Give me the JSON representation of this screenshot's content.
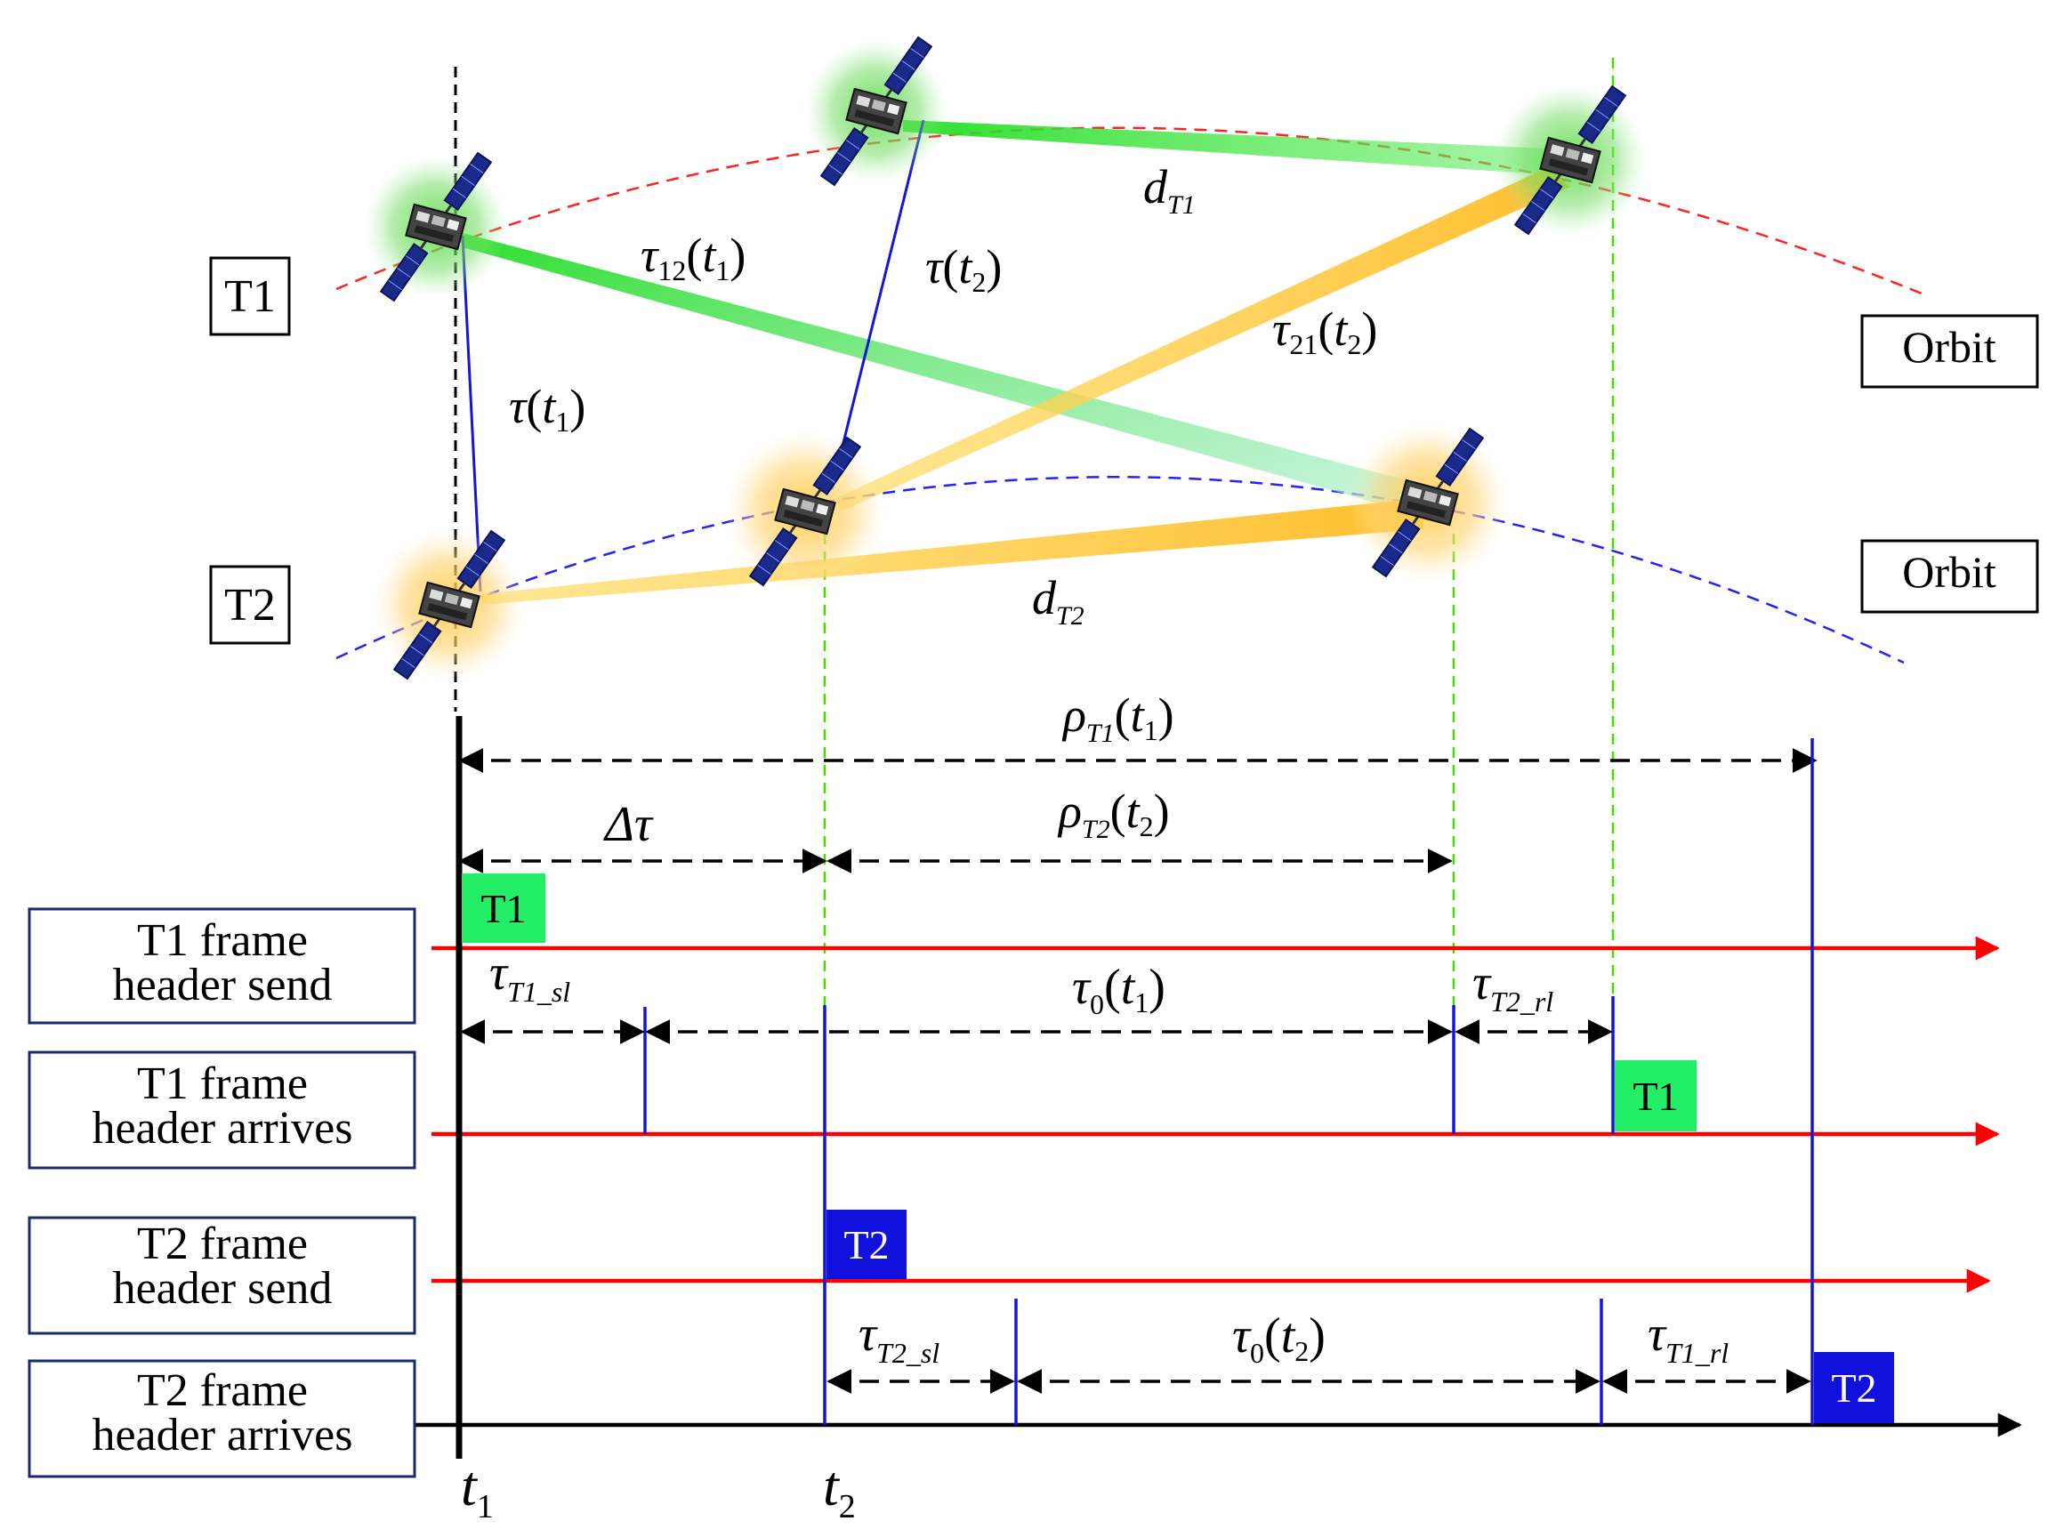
{
  "terminals": {
    "t1": "T1",
    "t2": "T2"
  },
  "orbit_labels": {
    "upper": "Orbit",
    "lower": "Orbit"
  },
  "link_labels": {
    "tau12_t1": {
      "base": "τ",
      "sub": "12",
      "arg": "t",
      "argsub": "1"
    },
    "tau_t2": {
      "base": "τ",
      "arg": "t",
      "argsub": "2"
    },
    "tau_t1": {
      "base": "τ",
      "arg": "t",
      "argsub": "1"
    },
    "tau21_t2": {
      "base": "τ",
      "sub": "21",
      "arg": "t",
      "argsub": "2"
    },
    "d_t1": {
      "base": "d",
      "sub": "T1"
    },
    "d_t2": {
      "base": "d",
      "sub": "T2"
    }
  },
  "interval_labels": {
    "rho_t1": {
      "base": "ρ",
      "sub": "T1",
      "arg": "t",
      "argsub": "1"
    },
    "rho_t2": {
      "base": "ρ",
      "sub": "T2",
      "arg": "t",
      "argsub": "2"
    },
    "delta_tau": "Δτ",
    "tau_t1_sl": {
      "base": "τ",
      "sub": "T1_sl"
    },
    "tau0_t1": {
      "base": "τ",
      "sub": "0",
      "arg": "t",
      "argsub": "1"
    },
    "tau_t2_rl": {
      "base": "τ",
      "sub": "T2_rl"
    },
    "tau_t2_sl": {
      "base": "τ",
      "sub": "T2_sl"
    },
    "tau0_t2": {
      "base": "τ",
      "sub": "0",
      "arg": "t",
      "argsub": "2"
    },
    "tau_t1_rl": {
      "base": "τ",
      "sub": "T1_rl"
    }
  },
  "rows": [
    {
      "line1": "T1 frame",
      "line2": "header send"
    },
    {
      "line1": "T1 frame",
      "line2": "header arrives"
    },
    {
      "line1": "T2 frame",
      "line2": "header send"
    },
    {
      "line1": "T2 frame",
      "line2": "header arrives"
    }
  ],
  "markers": {
    "t1_send": "T1",
    "t1_arrive": "T1",
    "t2_send": "T2",
    "t2_arrive": "T2"
  },
  "axis_ticks": {
    "t1": {
      "base": "t",
      "sub": "1"
    },
    "t2": {
      "base": "t",
      "sub": "2"
    }
  },
  "colors": {
    "timeline": "#ff0000",
    "event_line": "#1515d8",
    "t1_tag": "#22ee66",
    "t2_tag": "#1111dd",
    "orbit_upper": "#ff2222",
    "orbit_lower": "#2222ff",
    "guide": "#33dd00",
    "beam_green": "#33dd33",
    "beam_orange": "#ffbb33"
  }
}
